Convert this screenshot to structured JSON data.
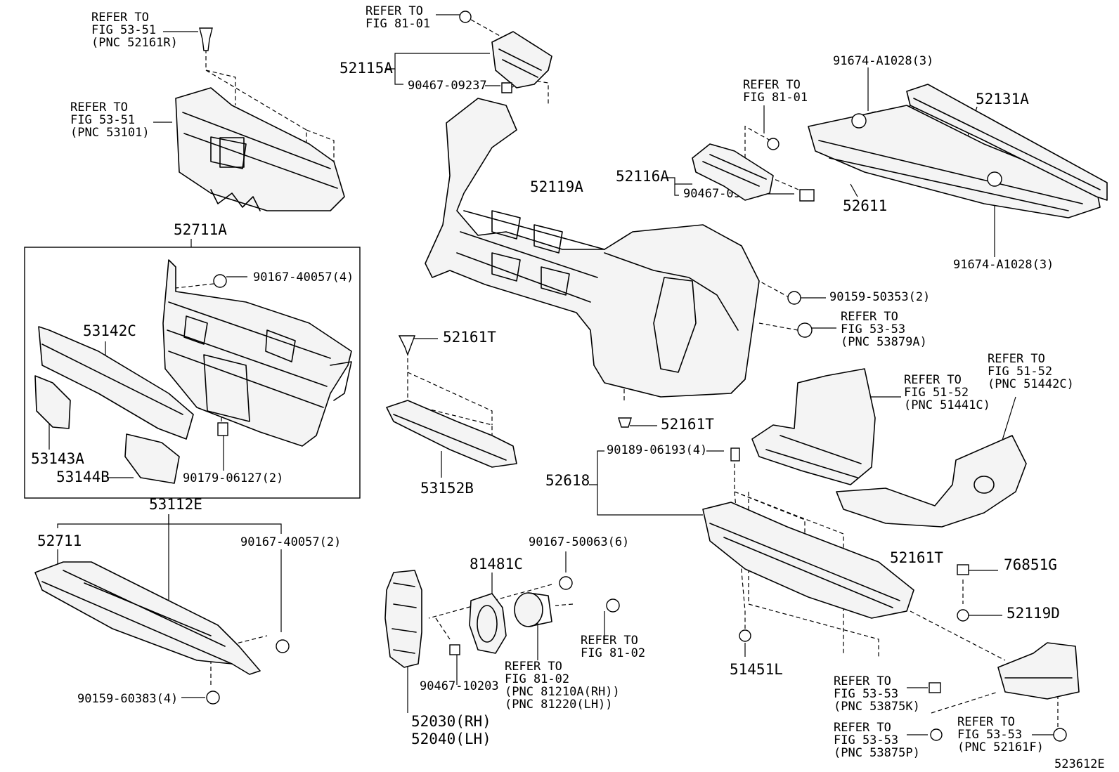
{
  "labels": {
    "ref_5351_r": "REFER TO\nFIG 53-51\n(PNC 52161R)",
    "ref_5351_g": "REFER TO\nFIG 53-51\n(PNC 53101)",
    "ref_8101_a": "REFER TO\nFIG 81-01",
    "ref_8101_b": "REFER TO\nFIG 81-01",
    "p52115A": "52115A",
    "p90467_09237_a": "90467-09237",
    "p91674_top": "91674-A1028(3)",
    "p52131A": "52131A",
    "p52119A": "52119A",
    "p52116A": "52116A",
    "p90467_09237_b": "90467-09237",
    "p52611": "52611",
    "p91674_bot": "91674-A1028(3)",
    "p52711A": "52711A",
    "p90167_40057_4": "90167-40057(4)",
    "p53142C": "53142C",
    "p53143A": "53143A",
    "p53144B": "53144B",
    "p90179_06127": "90179-06127(2)",
    "p52161T_a": "52161T",
    "p90159_50353": "90159-50353(2)",
    "ref_5353_a": "REFER TO\nFIG 53-53\n(PNC 53879A)",
    "ref_5152_a": "REFER TO\nFIG 51-52\n(PNC 51441C)",
    "ref_5152_b": "REFER TO\nFIG 51-52\n(PNC 51442C)",
    "p52161T_b": "52161T",
    "p53152B": "53152B",
    "p90189_06193": "90189-06193(4)",
    "p52618": "52618",
    "p53112E": "53112E",
    "p52711": "52711",
    "p90167_40057_2": "90167-40057(2)",
    "p90167_50063": "90167-50063(6)",
    "p81481C": "81481C",
    "p52161T_c": "52161T",
    "p76851G": "76851G",
    "p52119D": "52119D",
    "ref_8102_a": "REFER TO\nFIG 81-02",
    "ref_8102_b": "REFER TO\nFIG 81-02\n(PNC 81210A(RH))\n(PNC 81220(LH))",
    "p90467_10203": "90467-10203",
    "p51451L": "51451L",
    "p90159_60383": "90159-60383(4)",
    "p52030": "52030(RH)",
    "p52040": "52040(LH)",
    "ref_5353_k": "REFER TO\nFIG 53-53\n(PNC 53875K)",
    "ref_5353_p": "REFER TO\nFIG 53-53\n(PNC 53875P)",
    "ref_5353_f": "REFER TO\nFIG 53-53\n(PNC 52161F)",
    "diagram_id": "523612E"
  }
}
